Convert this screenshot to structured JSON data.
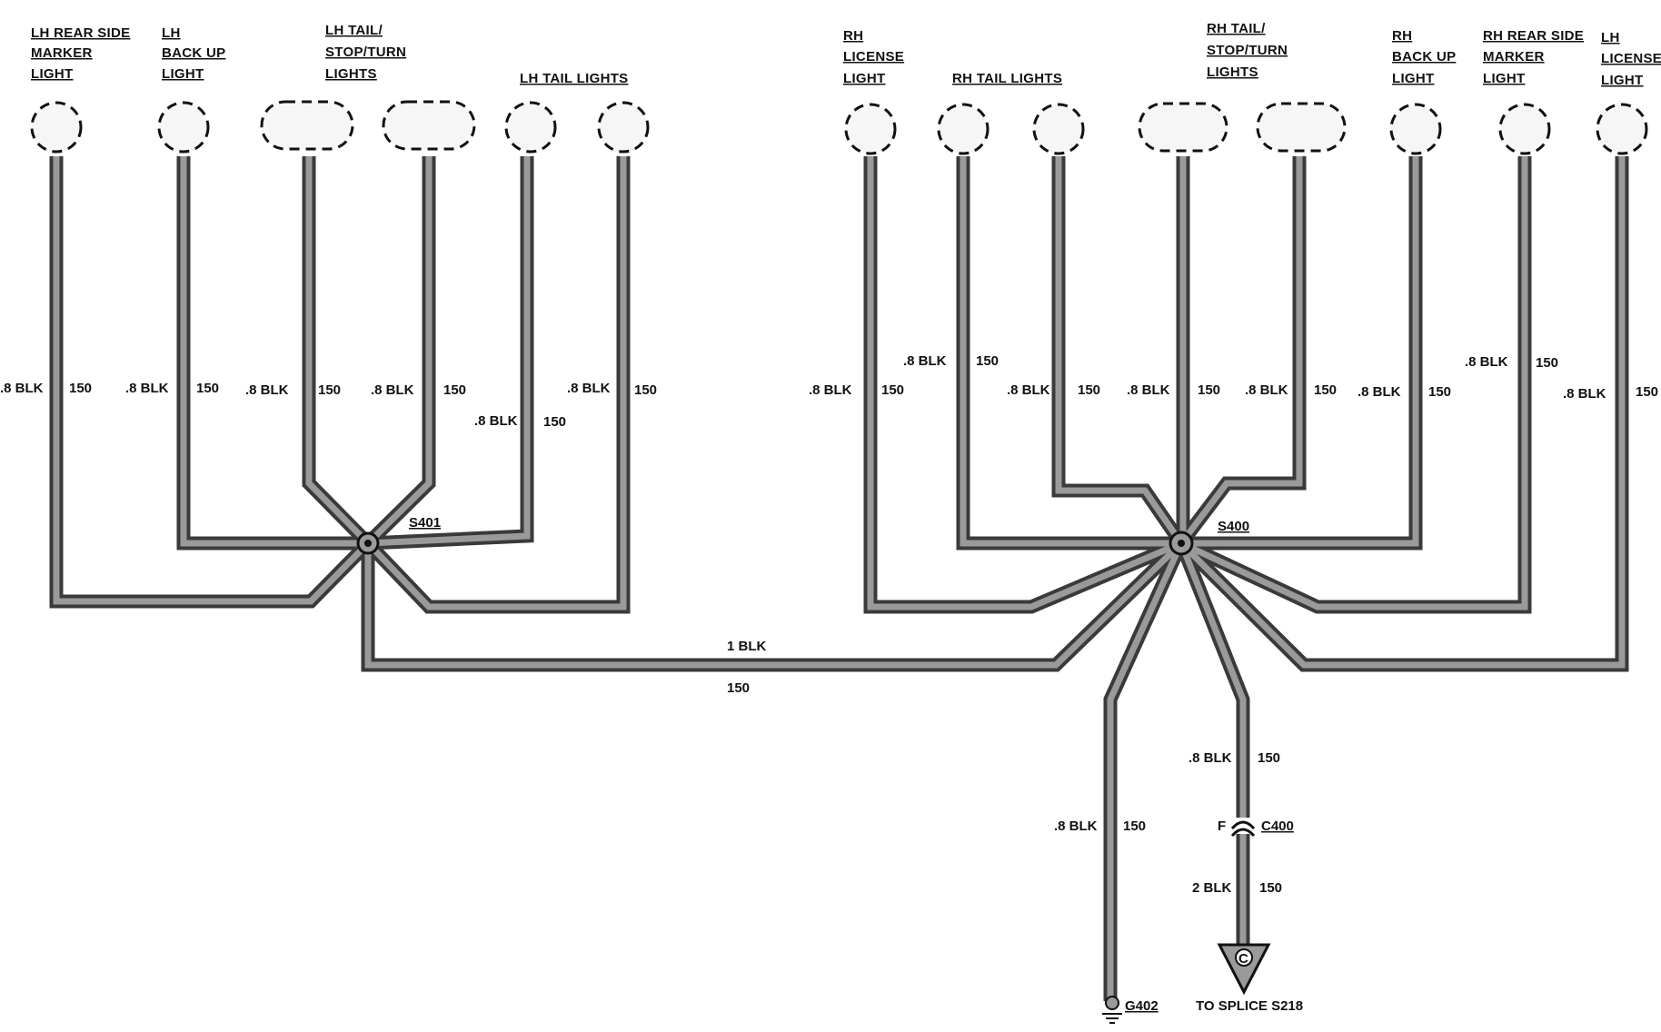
{
  "lamps": {
    "lh_rear_side_marker": [
      "LH REAR SIDE",
      "MARKER",
      "LIGHT"
    ],
    "lh_back_up": [
      "LH",
      "BACK UP",
      "LIGHT"
    ],
    "lh_tail_stop_turn": [
      "LH TAIL/",
      "STOP/TURN",
      "LIGHTS"
    ],
    "lh_tail_lights": [
      "LH TAIL LIGHTS"
    ],
    "rh_license": [
      "RH",
      "LICENSE",
      "LIGHT"
    ],
    "rh_tail_lights": [
      "RH TAIL LIGHTS"
    ],
    "rh_tail_stop_turn": [
      "RH TAIL/",
      "STOP/TURN",
      "LIGHTS"
    ],
    "rh_back_up": [
      "RH",
      "BACK UP",
      "LIGHT"
    ],
    "rh_rear_side_marker": [
      "RH REAR SIDE",
      "MARKER",
      "LIGHT"
    ],
    "lh_license": [
      "LH",
      "LICENSE",
      "LIGHT"
    ]
  },
  "wire_size_08": ".8 BLK",
  "wire_size_1": "1 BLK",
  "wire_size_2": "2 BLK",
  "circuit": "150",
  "splices": {
    "left": "S401",
    "right": "S400"
  },
  "connector": {
    "name": "C400",
    "pin": "F"
  },
  "ground": "G402",
  "destination": {
    "letter": "C",
    "text": "TO SPLICE S218"
  }
}
